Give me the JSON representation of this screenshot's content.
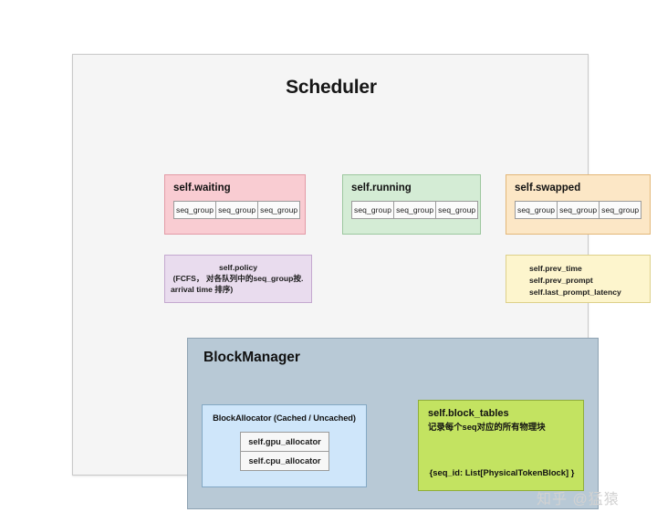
{
  "diagram": {
    "title": "Scheduler",
    "queues": [
      {
        "name": "waiting",
        "label": "self.waiting",
        "color": "#f9ccd2",
        "border": "#e39aa6",
        "cells": [
          "seq_group",
          "seq_group",
          "seq_group"
        ]
      },
      {
        "name": "running",
        "label": "self.running",
        "color": "#d4ecd5",
        "border": "#9cc79e",
        "cells": [
          "seq_group",
          "seq_group",
          "seq_group"
        ]
      },
      {
        "name": "swapped",
        "label": "self.swapped",
        "color": "#fce7c6",
        "border": "#e3b778",
        "cells": [
          "seq_group",
          "seq_group",
          "seq_group"
        ]
      }
    ],
    "policy": {
      "line1": "self.policy",
      "line2": "(FCFS， 对各队列中的seq_group按.",
      "line3": "arrival time 排序)",
      "color": "#e9dcee",
      "border": "#c4a8cf"
    },
    "timing": {
      "line1": "self.prev_time",
      "line2": "self.prev_prompt",
      "line3": "self.last_prompt_latency",
      "color": "#fdf5cd",
      "border": "#ddd08a"
    },
    "block_manager": {
      "title": "BlockManager",
      "color": "#b8c9d6",
      "border": "#8ea2b2",
      "allocator": {
        "title": "BlockAllocator (Cached / Uncached)",
        "color": "#cfe6fa",
        "border": "#83a8c4",
        "items": [
          "self.gpu_allocator",
          "self.cpu_allocator"
        ]
      },
      "block_tables": {
        "title": "self.block_tables",
        "description": "记录每个seq对应的所有物理块",
        "schema": "{seq_id: List[PhysicalTokenBlock] }",
        "color": "#c3e361",
        "border": "#8fad3c"
      }
    },
    "watermark": "知乎 @猛猿"
  }
}
